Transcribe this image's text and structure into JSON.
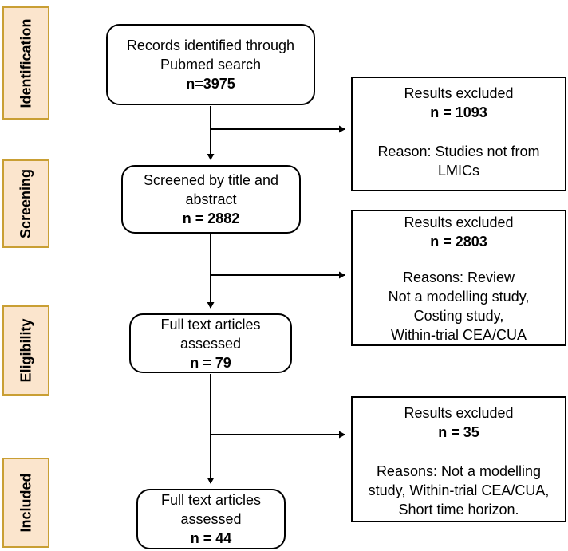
{
  "stages": [
    {
      "label": "Identification"
    },
    {
      "label": "Screening"
    },
    {
      "label": "Eligibility"
    },
    {
      "label": "Included"
    }
  ],
  "flow_boxes": [
    {
      "lines": [
        "Records identified through",
        "Pubmed search"
      ],
      "count": "n=3975"
    },
    {
      "lines": [
        "Screened by title and",
        "abstract"
      ],
      "count": "n = 2882"
    },
    {
      "lines": [
        "Full text articles",
        "assessed"
      ],
      "count": "n = 79"
    },
    {
      "lines": [
        "Full text articles",
        "assessed"
      ],
      "count": "n = 44"
    }
  ],
  "excluded_boxes": [
    {
      "title": "Results excluded",
      "count": "n = 1093",
      "reason_lines": [
        "Reason: Studies not from",
        "LMICs"
      ]
    },
    {
      "title": "Results excluded",
      "count": "n = 2803",
      "reason_lines": [
        "Reasons: Review",
        "Not a modelling study,",
        "Costing study,",
        "Within-trial CEA/CUA"
      ]
    },
    {
      "title": "Results excluded",
      "count": "n = 35",
      "reason_lines": [
        "Reasons: Not a modelling",
        "study, Within-trial CEA/CUA,",
        "Short time horizon."
      ]
    }
  ],
  "colors": {
    "stage_fill": "#fbe5cd",
    "stage_border": "#c99f34",
    "box_border": "#000000",
    "background": "#ffffff"
  }
}
